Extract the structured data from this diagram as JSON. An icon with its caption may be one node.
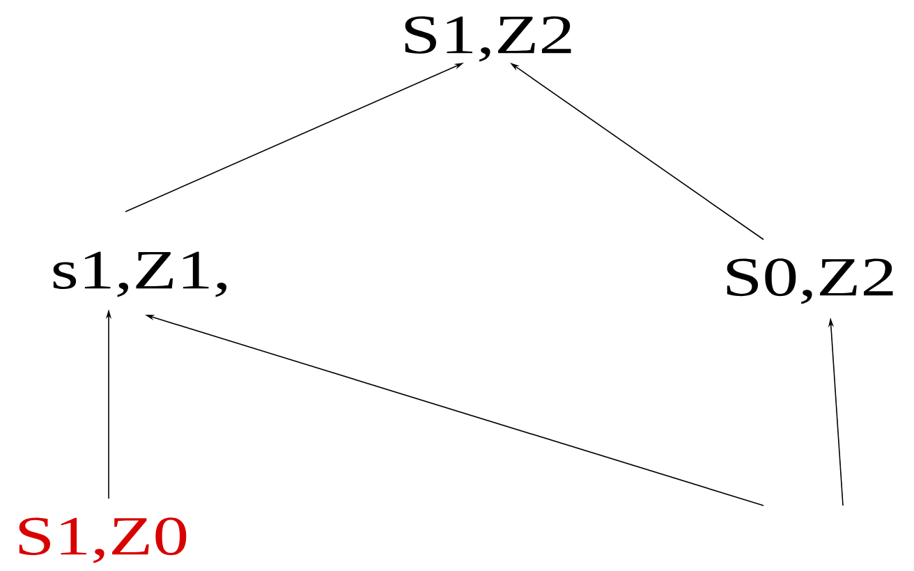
{
  "diagram": {
    "nodes": [
      {
        "text": [
          "S1,Z2"
        ]
      },
      {
        "text": [
          "s1,Z1,"
        ]
      },
      {
        "text": [
          "S0,Z2"
        ]
      },
      {
        "text": [
          "S1,Z0"
        ]
      }
    ],
    "edges": [
      {
        "from": 1,
        "to": 0,
        "arrow": "to"
      },
      {
        "from": 2,
        "to": 0,
        "arrow": "to"
      },
      {
        "from": 3,
        "to": 1,
        "arrow": "to"
      },
      {
        "from": null,
        "to": 1,
        "arrow": "to"
      },
      {
        "from": null,
        "to": 2,
        "arrow": "to"
      }
    ]
  }
}
